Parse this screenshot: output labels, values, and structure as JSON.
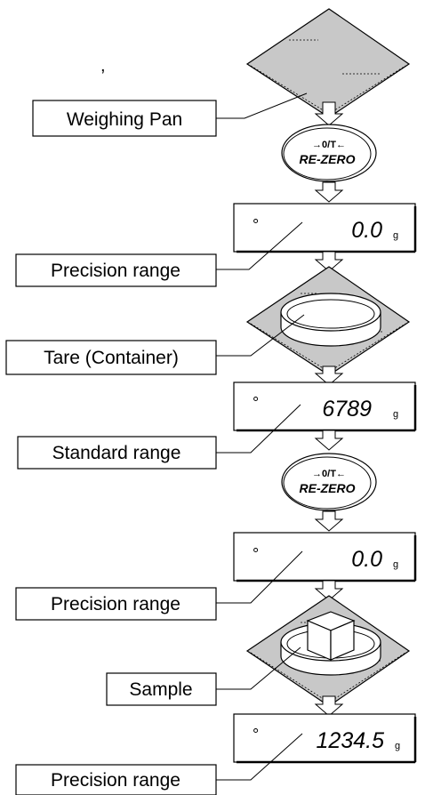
{
  "top_mark": ",",
  "labels": {
    "weighing_pan": "Weighing Pan",
    "precision_range_1": "Precision range",
    "tare_container": "Tare (Container)",
    "standard_range": "Standard range",
    "precision_range_2": "Precision range",
    "sample": "Sample",
    "precision_range_3": "Precision range"
  },
  "buttons": {
    "rezero_1": {
      "symbol": "→0/T←",
      "label": "RE-ZERO"
    },
    "rezero_2": {
      "symbol": "→0/T←",
      "label": "RE-ZERO"
    }
  },
  "displays": {
    "display_1": {
      "indicator": "°",
      "value": "0.0",
      "unit": "g"
    },
    "display_2": {
      "indicator": "°",
      "value": "6789",
      "unit": "g"
    },
    "display_3": {
      "indicator": "°",
      "value": "0.0",
      "unit": "g"
    },
    "display_4": {
      "indicator": "°",
      "value": "1234.5",
      "unit": "g"
    }
  },
  "colors": {
    "pan_fill": "#c8c8c8",
    "line": "#000000",
    "background": "#ffffff"
  }
}
